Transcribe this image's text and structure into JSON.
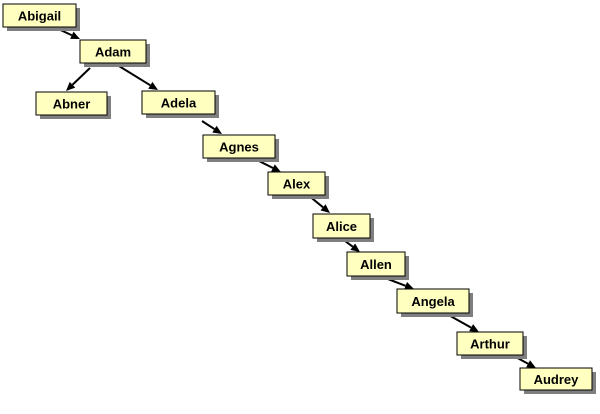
{
  "diagram": {
    "type": "tree",
    "colors": {
      "node_fill": "#ffffc0",
      "node_border": "#000000",
      "node_shadow": "#7f7f7f",
      "edge": "#000000"
    },
    "nodes": [
      {
        "id": "abigail",
        "label": "Abigail"
      },
      {
        "id": "adam",
        "label": "Adam"
      },
      {
        "id": "abner",
        "label": "Abner"
      },
      {
        "id": "adela",
        "label": "Adela"
      },
      {
        "id": "agnes",
        "label": "Agnes"
      },
      {
        "id": "alex",
        "label": "Alex"
      },
      {
        "id": "alice",
        "label": "Alice"
      },
      {
        "id": "allen",
        "label": "Allen"
      },
      {
        "id": "angela",
        "label": "Angela"
      },
      {
        "id": "arthur",
        "label": "Arthur"
      },
      {
        "id": "audrey",
        "label": "Audrey"
      }
    ],
    "edges": [
      {
        "from": "abigail",
        "to": "adam"
      },
      {
        "from": "adam",
        "to": "abner"
      },
      {
        "from": "adam",
        "to": "adela"
      },
      {
        "from": "adela",
        "to": "agnes"
      },
      {
        "from": "agnes",
        "to": "alex"
      },
      {
        "from": "alex",
        "to": "alice"
      },
      {
        "from": "alice",
        "to": "allen"
      },
      {
        "from": "allen",
        "to": "angela"
      },
      {
        "from": "angela",
        "to": "arthur"
      },
      {
        "from": "arthur",
        "to": "audrey"
      }
    ]
  }
}
